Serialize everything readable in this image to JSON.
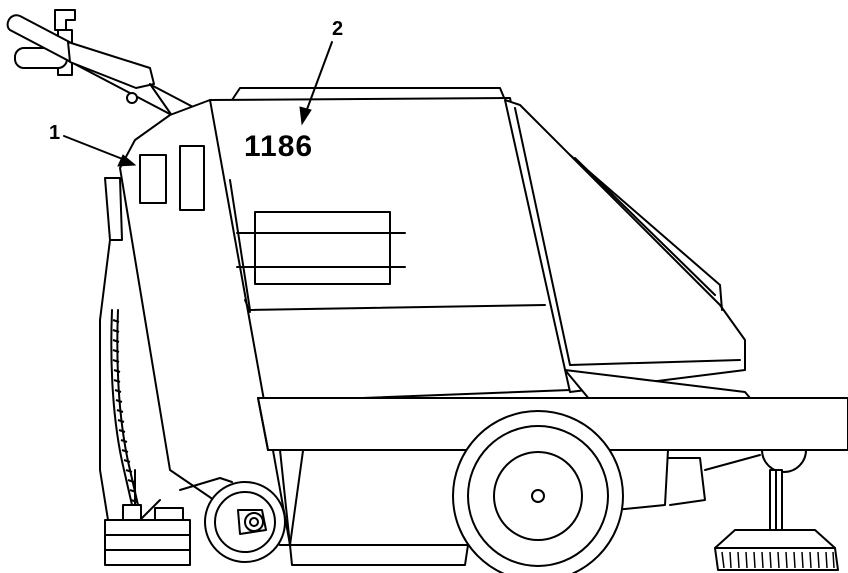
{
  "callouts": [
    {
      "number": "1"
    },
    {
      "number": "2"
    }
  ],
  "machine": {
    "model_label": "1186"
  },
  "colors": {
    "line": "#000000",
    "background": "#ffffff"
  }
}
